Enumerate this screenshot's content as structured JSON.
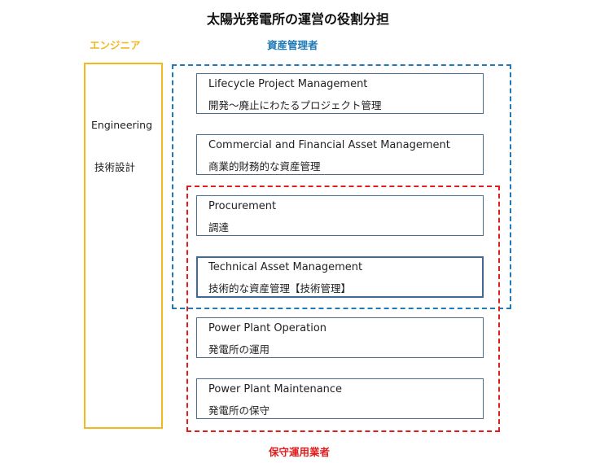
{
  "title": "太陽光発電所の運営の役割分担",
  "groups": {
    "engineer": {
      "label": "エンジニア",
      "color": "#f2b81c"
    },
    "asset_manager": {
      "label": "資産管理者",
      "color": "#1f7ab8"
    },
    "om_operator": {
      "label": "保守運用業者",
      "color": "#e01e1e"
    }
  },
  "engineering": {
    "en": "Engineering",
    "ja": "技術設計"
  },
  "roles": [
    {
      "en": "Lifecycle Project Management",
      "ja": "開発～廃止にわたるプロジェクト管理"
    },
    {
      "en": "Commercial and Financial Asset Management",
      "ja": "商業的財務的な資産管理"
    },
    {
      "en": "Procurement",
      "ja": "調達"
    },
    {
      "en": "Technical Asset Management",
      "ja": "技術的な資産管理【技術管理】"
    },
    {
      "en": "Power Plant Operation",
      "ja": "発電所の運用"
    },
    {
      "en": "Power Plant Maintenance",
      "ja": "発電所の保守"
    }
  ]
}
